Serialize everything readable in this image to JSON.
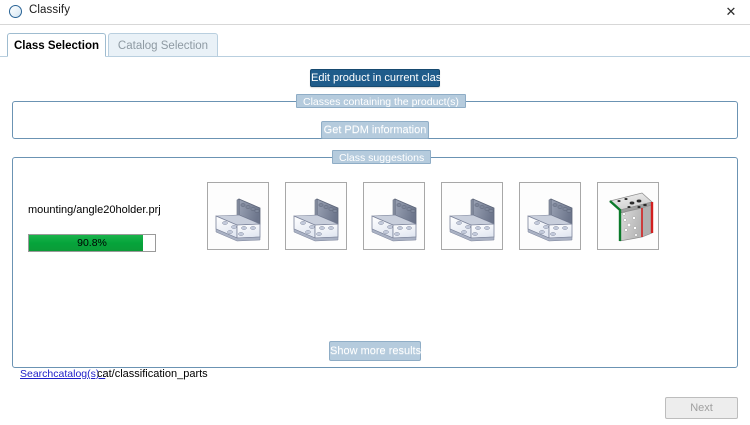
{
  "window": {
    "title": "Classify",
    "icon": "classify-ring-icon",
    "close_label": "✕"
  },
  "tabs": [
    {
      "label": "Class Selection",
      "active": true
    },
    {
      "label": "Catalog Selection",
      "active": false
    }
  ],
  "actions": {
    "edit_product": "Edit product in current class",
    "get_pdm": "Get PDM information",
    "show_more": "Show more results",
    "next": "Next"
  },
  "groups": {
    "classes_containing": "Classes containing the product(s)",
    "class_suggestions": "Class suggestions"
  },
  "result": {
    "file_name": "mounting/angle20holder.prj",
    "confidence_label": "90.8%",
    "confidence_percent": 90.8
  },
  "thumbnails": [
    {
      "name": "angle-bracket-thumb-1",
      "style": "blue-steel"
    },
    {
      "name": "angle-bracket-thumb-2",
      "style": "blue-steel"
    },
    {
      "name": "angle-bracket-thumb-3",
      "style": "blue-steel"
    },
    {
      "name": "angle-bracket-thumb-4",
      "style": "blue-steel"
    },
    {
      "name": "angle-bracket-thumb-5",
      "style": "blue-steel"
    },
    {
      "name": "angle-bracket-thumb-6",
      "style": "gray-highlighted"
    }
  ],
  "footer": {
    "search_link": "Searchcatalog(s) :",
    "catalog_path": "cat/classification_parts"
  },
  "colors": {
    "accent_dark": "#1f5c8b",
    "accent_light": "#b5cbdd",
    "group_border": "#6b93b3",
    "progress_green": "#06a43b",
    "link_blue": "#1d1dc8"
  }
}
